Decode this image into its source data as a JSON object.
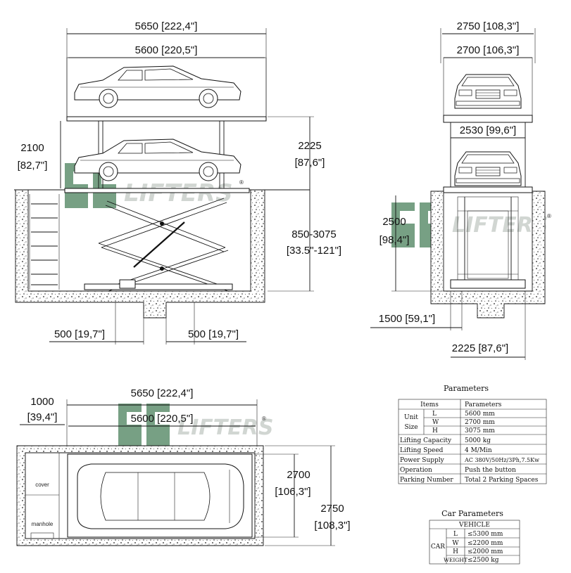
{
  "watermark": {
    "brand_text": "LIFTERS",
    "registered_mark": "®",
    "logo_color": "#5f8f6e"
  },
  "side_view": {
    "dim_overall_length": "5650 [222,4\"]",
    "dim_platform_length": "5600 [220,5\"]",
    "dim_upper_clearance": "2100",
    "dim_upper_clearance_in": "[82,7\"]",
    "dim_height_right": "2225",
    "dim_height_right_in": "[87,6\"]",
    "dim_pit_depth": "850-3075",
    "dim_pit_depth_in": "[33.5\"-121\"]",
    "dim_left_offset": "500 [19,7\"]",
    "dim_right_offset": "500 [19,7\"]"
  },
  "front_view": {
    "dim_overall_width": "2750 [108,3\"]",
    "dim_platform_width": "2700 [106,3\"]",
    "dim_inner_width": "2530 [99,6\"]",
    "dim_lower_height": "2500",
    "dim_lower_height_in": "[98,4\"]",
    "dim_base_left": "1500 [59,1\"]",
    "dim_base_right": "2225 [87,6\"]"
  },
  "top_view": {
    "dim_overall_length": "5650 [222,4\"]",
    "dim_platform_length": "5600 [220,5\"]",
    "dim_manhole_width": "1000",
    "dim_manhole_width_in": "[39,4\"]",
    "dim_platform_width": "2700",
    "dim_platform_width_in": "[106,3\"]",
    "dim_overall_width": "2750",
    "dim_overall_width_in": "[108,3\"]",
    "label_cover": "cover",
    "label_manhole": "manhole"
  },
  "parameters": {
    "title": "Parameters",
    "col_items": "Items",
    "col_params": "Parameters",
    "unit_size_1": "Unit",
    "unit_size_2": "Size",
    "l": "L",
    "w": "W",
    "h": "H",
    "l_val": "5600 mm",
    "w_val": "2700 mm",
    "h_val": "3075 mm",
    "rows": [
      {
        "item": "Lifting Capacity",
        "value": "5000 kg"
      },
      {
        "item": "Lifting Speed",
        "value": "4 M/Min"
      },
      {
        "item": "Power Supply",
        "value": "AC 380V/50Hz/3Ph,7.5Kw"
      },
      {
        "item": "Operation",
        "value": "Push the button"
      },
      {
        "item": "Parking Number",
        "value": "Total 2 Parking Spaces"
      }
    ]
  },
  "car_parameters": {
    "title": "Car Parameters",
    "header": "VEHICLE",
    "car": "CAR",
    "l": "L",
    "w": "W",
    "h": "H",
    "weight": "WEIGHT",
    "l_val": "≤5300 mm",
    "w_val": "≤2200 mm",
    "h_val": "≤2000 mm",
    "weight_val": "≤2500 kg"
  }
}
